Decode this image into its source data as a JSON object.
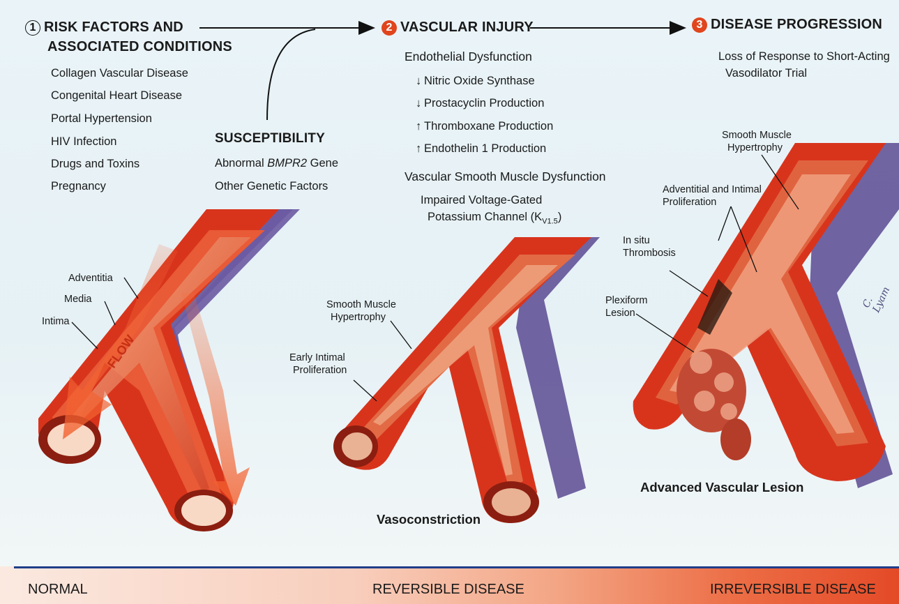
{
  "sections": {
    "risk": {
      "number": "1",
      "title_line1": "RISK FACTORS AND",
      "title_line2": "ASSOCIATED CONDITIONS"
    },
    "injury": {
      "number": "2",
      "title": "VASCULAR INJURY"
    },
    "progression": {
      "number": "3",
      "title": "DISEASE PROGRESSION"
    }
  },
  "risk_factors": [
    "Collagen Vascular Disease",
    "Congenital Heart Disease",
    "Portal Hypertension",
    "HIV Infection",
    "Drugs and Toxins",
    "Pregnancy"
  ],
  "susceptibility": {
    "title": "SUSCEPTIBILITY",
    "gene_prefix": "Abnormal ",
    "gene_name": "BMPR2",
    "gene_suffix": " Gene",
    "other": "Other Genetic Factors"
  },
  "vascular_injury": {
    "endothelial_title": "Endothelial Dysfunction",
    "items": [
      {
        "arrow": "↓",
        "text": "Nitric Oxide Synthase"
      },
      {
        "arrow": "↓",
        "text": "Prostacyclin Production"
      },
      {
        "arrow": "↑",
        "text": "Thromboxane Production"
      },
      {
        "arrow": "↑",
        "text": "Endothelin 1 Production"
      }
    ],
    "smooth_muscle_title": "Vascular Smooth Muscle Dysfunction",
    "channel_line1": "Impaired Voltage-Gated",
    "channel_line2": "Potassium Channel (K",
    "channel_sub": "V1.5",
    "channel_close": ")"
  },
  "progression": {
    "line1": "Loss of Response to Short-Acting",
    "line2": "Vasodilator Trial"
  },
  "normal_labels": {
    "adventitia": "Adventitia",
    "media": "Media",
    "intima": "Intima",
    "flow": "FLOW"
  },
  "reversible_labels": {
    "smooth1": "Smooth Muscle",
    "smooth2": "Hypertrophy",
    "early1": "Early Intimal",
    "early2": "Proliferation",
    "caption": "Vasoconstriction"
  },
  "advanced_labels": {
    "smooth1": "Smooth Muscle",
    "smooth2": "Hypertrophy",
    "advent1": "Adventitial and Intimal",
    "advent2": "Proliferation",
    "insitu1": "In situ",
    "insitu2": "Thrombosis",
    "plex1": "Plexiform",
    "plex2": "Lesion",
    "caption": "Advanced Vascular Lesion"
  },
  "signature": "C. Lyam",
  "stages": {
    "normal": "NORMAL",
    "reversible": "REVERSIBLE DISEASE",
    "irreversible": "IRREVERSIBLE DISEASE"
  },
  "colors": {
    "vessel_red": "#d8341c",
    "lumen": "#f0a07a",
    "adventitia_purple": "#5a4a92",
    "accent": "#e0451d",
    "bar_line": "#1f3d8a"
  }
}
